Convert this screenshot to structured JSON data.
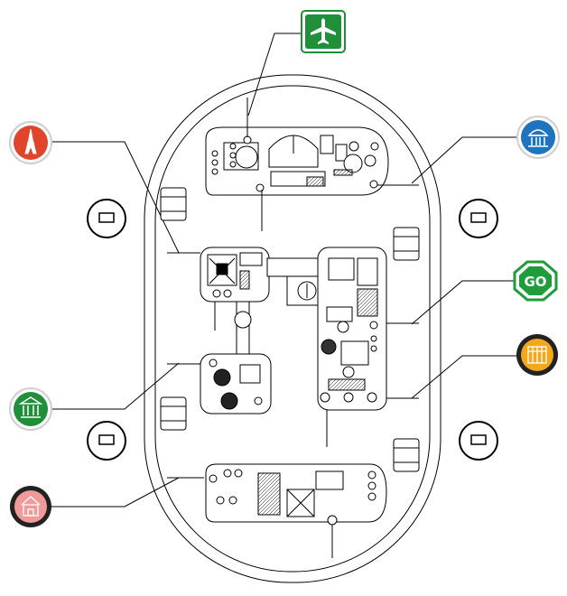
{
  "board": {
    "background": "#ffffff",
    "line_color": "#000000"
  },
  "markers": [
    {
      "id": "airport",
      "icon": "airplane-icon",
      "shape": "square",
      "fill": "#1f8f3a",
      "ring": "#1f8f3a"
    },
    {
      "id": "tower",
      "icon": "eiffel-tower-icon",
      "shape": "circle",
      "fill": "#e0452b",
      "ring": "#cfcfcf"
    },
    {
      "id": "dome",
      "icon": "domed-building-icon",
      "shape": "circle",
      "fill": "#1e74bf",
      "ring": "#cfcfcf"
    },
    {
      "id": "go",
      "icon": "go-octagon-icon",
      "shape": "octagon",
      "fill": "#1f9d3a",
      "ring": "#1f9d3a",
      "label": "GO"
    },
    {
      "id": "hotel",
      "icon": "hotel-building-icon",
      "shape": "circle",
      "fill": "#f2a81d",
      "ring": "#222222"
    },
    {
      "id": "museum",
      "icon": "museum-icon",
      "shape": "circle",
      "fill": "#1f8f3a",
      "ring": "#cfcfcf"
    },
    {
      "id": "house",
      "icon": "house-icon",
      "shape": "circle",
      "fill": "#f09a9a",
      "ring": "#222222"
    }
  ],
  "side_buttons": [
    {
      "id": "left-top",
      "icon": "laptop-icon"
    },
    {
      "id": "right-top",
      "icon": "laptop-icon"
    },
    {
      "id": "left-bottom",
      "icon": "tablet-icon"
    },
    {
      "id": "right-bottom",
      "icon": "tablet-icon"
    }
  ]
}
